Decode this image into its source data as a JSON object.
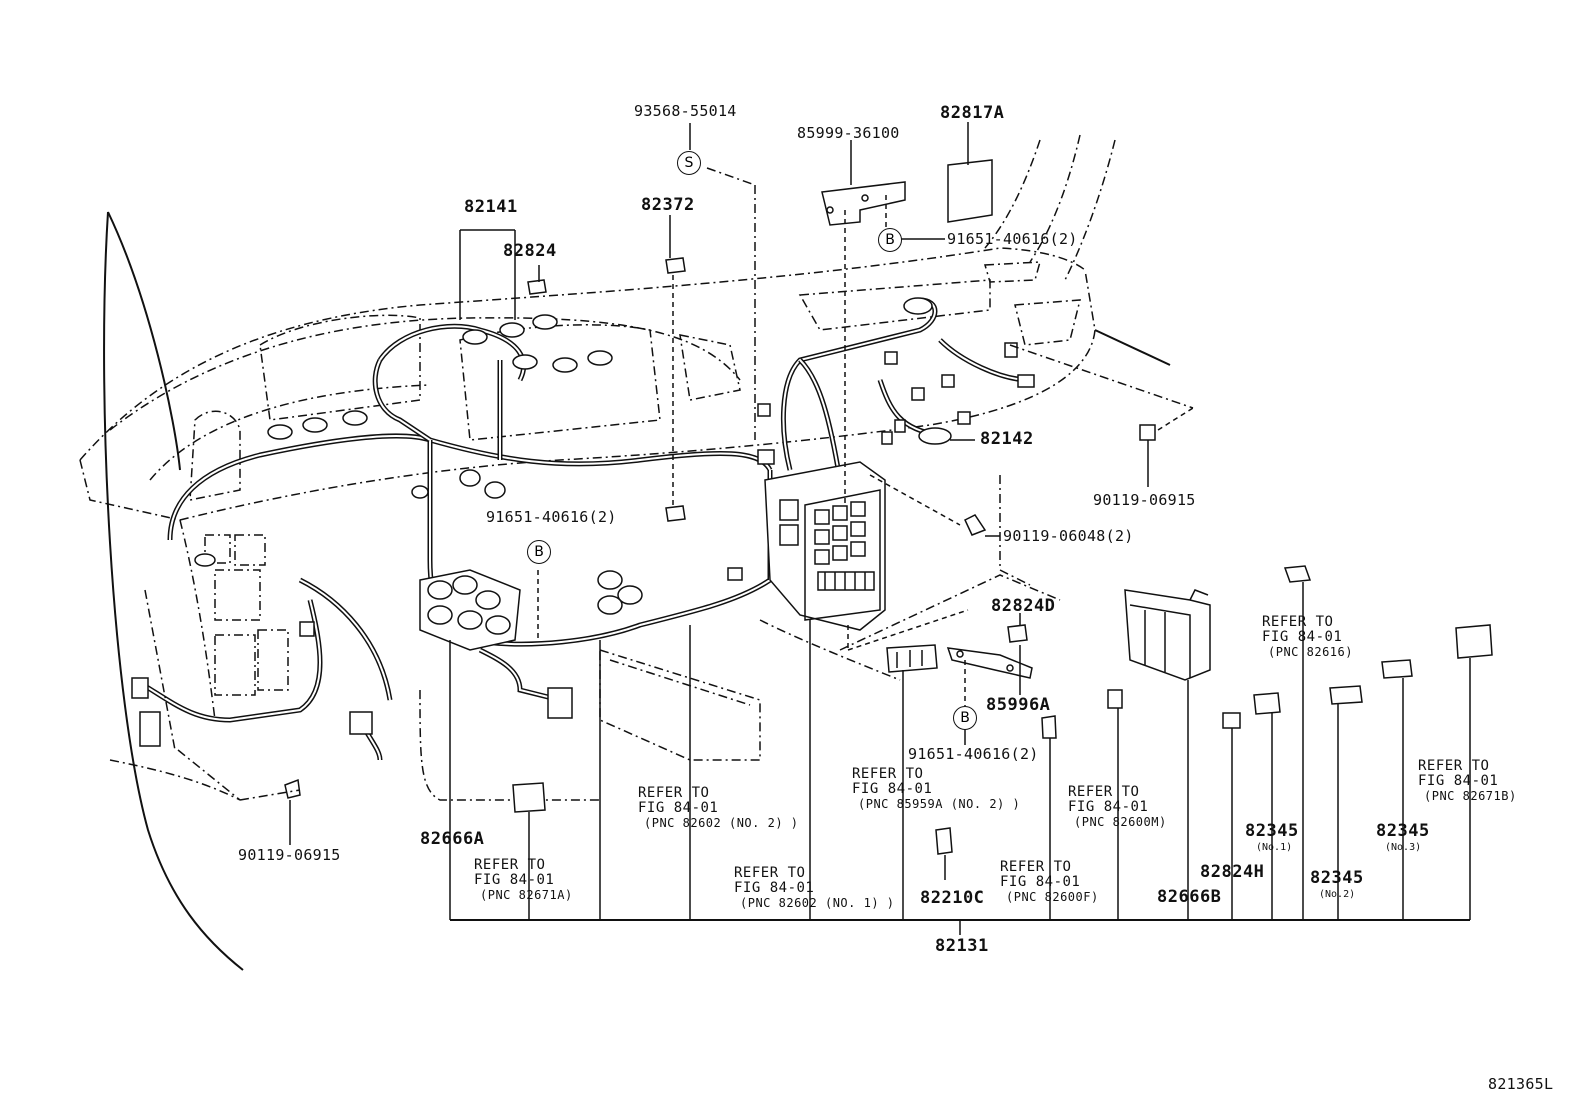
{
  "figure_code": "821365L",
  "parts": {
    "p93568": "93568-55014",
    "p85999": "85999-36100",
    "p82817a": "82817A",
    "p82141": "82141",
    "p82824": "82824",
    "p82372": "82372",
    "p91651_top": "91651-40616(2)",
    "p91651_mid": "91651-40616(2)",
    "p91651_low": "91651-40616(2)",
    "p82142": "82142",
    "p90119_right": "90119-06915",
    "p90119_06048": "90119-06048(2)",
    "p82824d": "82824D",
    "p85996a": "85996A",
    "p90119_left": "90119-06915",
    "p82666a": "82666A",
    "p82210c": "82210C",
    "p82824h": "82824H",
    "p82666b": "82666B",
    "p82345_1": "82345",
    "p82345_1_sub": "(No.1)",
    "p82345_2": "82345",
    "p82345_2_sub": "(No.2)",
    "p82345_3": "82345",
    "p82345_3_sub": "(No.3)",
    "p82131": "82131"
  },
  "symbols": {
    "s": "S",
    "b": "B"
  },
  "refs": {
    "r82671a": [
      "REFER TO",
      "FIG 84-01",
      "(PNC 82671A)"
    ],
    "r82602_2": [
      "REFER TO",
      "FIG 84-01",
      "(PNC 82602 (NO. 2) )"
    ],
    "r82602_1": [
      "REFER TO",
      "FIG 84-01",
      "(PNC 82602 (NO. 1) )"
    ],
    "r85959a": [
      "REFER TO",
      "FIG 84-01",
      "(PNC 85959A (NO. 2) )"
    ],
    "r82600f": [
      "REFER TO",
      "FIG 84-01",
      "(PNC 82600F)"
    ],
    "r82600m": [
      "REFER TO",
      "FIG 84-01",
      "(PNC 82600M)"
    ],
    "r82616": [
      "REFER TO",
      "FIG 84-01",
      "(PNC 82616)"
    ],
    "r82671b": [
      "REFER TO",
      "FIG 84-01",
      "(PNC 82671B)"
    ]
  }
}
